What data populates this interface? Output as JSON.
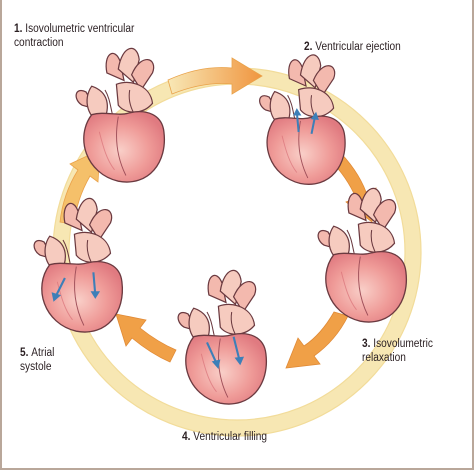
{
  "stages": [
    {
      "number": "1.",
      "text_line1": "Isovolumetric ventricular",
      "text_line2": "contraction"
    },
    {
      "number": "2.",
      "text_line1": "Ventricular ejection",
      "text_line2": ""
    },
    {
      "number": "3.",
      "text_line1": "Isovolumetric",
      "text_line2": "relaxation"
    },
    {
      "number": "4.",
      "text_line1": "Ventricular filling",
      "text_line2": ""
    },
    {
      "number": "5.",
      "text_line1": "Atrial",
      "text_line2": "systole"
    }
  ],
  "colors": {
    "border": "#b9a79a",
    "ring": "#f7e7b3",
    "arrow": "#f0a047",
    "ventricle": "#ec8f8f",
    "ventricle_light": "#f8c6c0",
    "vessel": "#f3b9ae",
    "outline": "#6b3a40",
    "flow_arrow": "#3d7fb8"
  }
}
